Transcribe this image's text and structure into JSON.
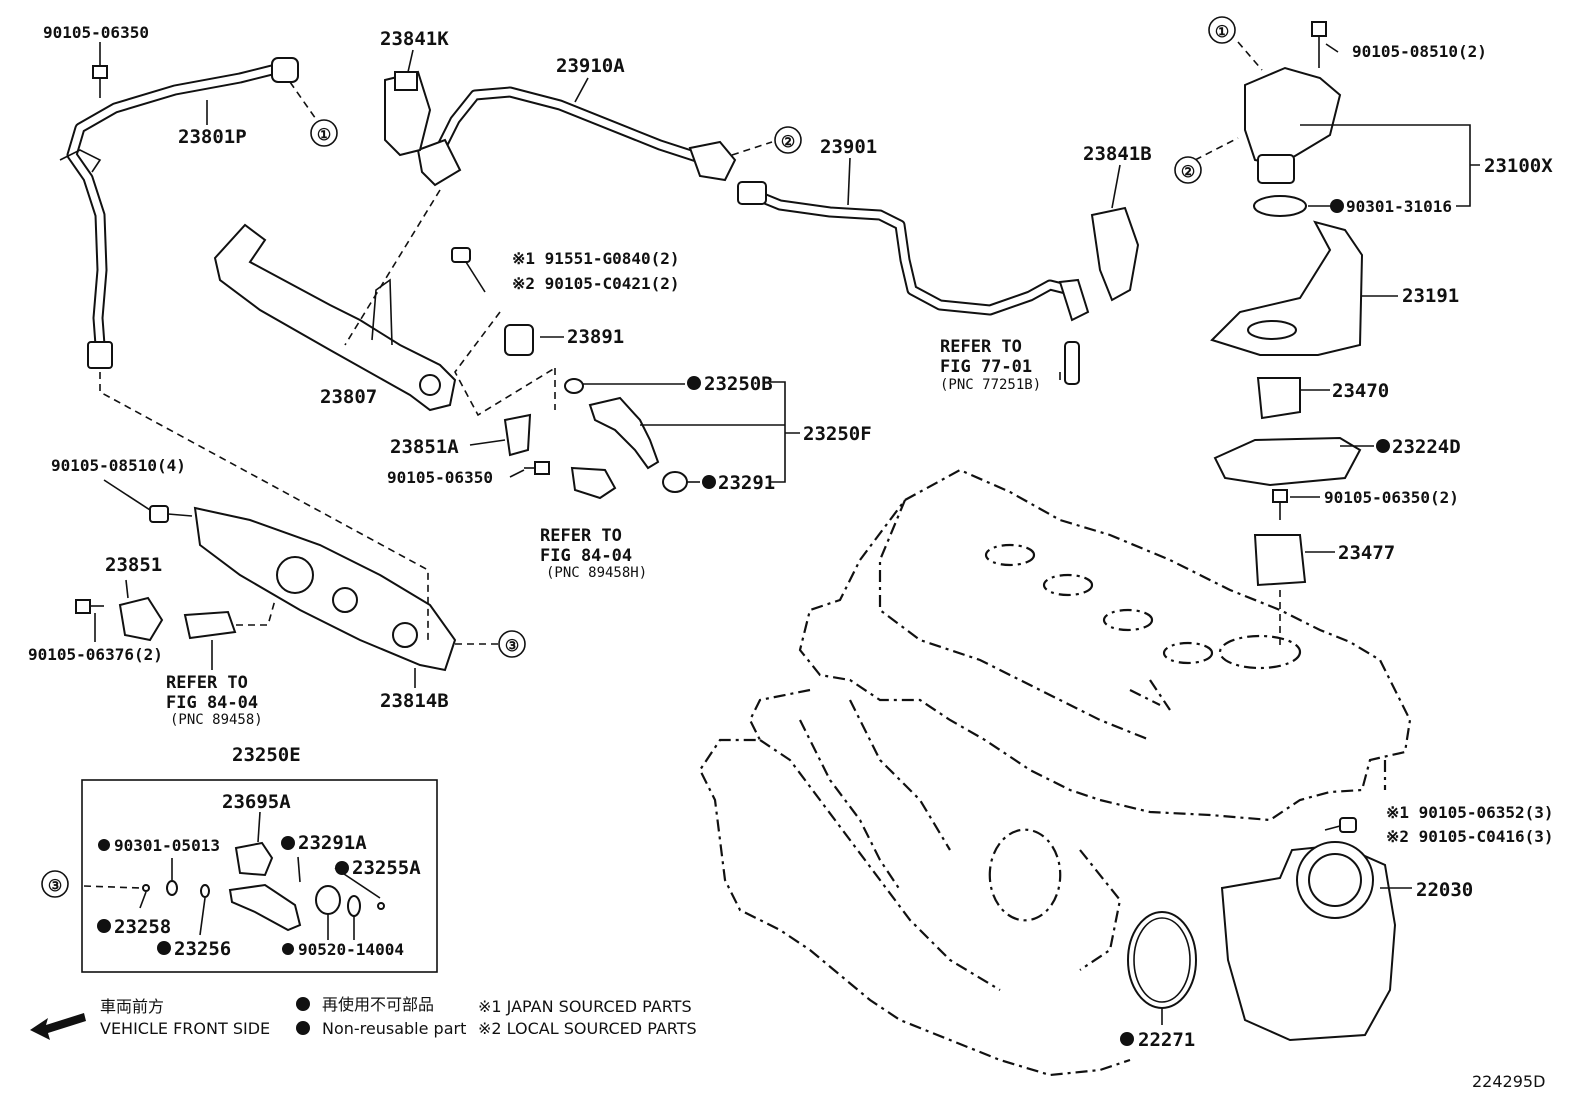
{
  "diagram": {
    "figure_id": "224295D",
    "callouts": {
      "c1": "①",
      "c2": "②",
      "c3": "③"
    },
    "parts": {
      "p_90105_06350_top": "90105-06350",
      "p_23841K": "23841K",
      "p_23910A": "23910A",
      "p_23801P": "23801P",
      "p_23901": "23901",
      "p_23841B": "23841B",
      "p_90105_08510_2": "90105-08510(2)",
      "p_23100X": "23100X",
      "p_90301_31016": "90301-31016",
      "p_23191": "23191",
      "p_23470": "23470",
      "p_23224D": "23224D",
      "p_90105_06350_2": "90105-06350(2)",
      "p_23477": "23477",
      "p_91551": "※1 91551-G0840(2)",
      "p_90105_C0421": "※2 90105-C0421(2)",
      "p_23891": "23891",
      "p_23807": "23807",
      "p_23250B": "23250B",
      "p_23250F": "23250F",
      "p_23851A": "23851A",
      "p_90105_06350_mid": "90105-06350",
      "p_23291": "23291",
      "p_90105_08510_4": "90105-08510(4)",
      "p_23851": "23851",
      "p_90105_06376": "90105-06376(2)",
      "p_23814B": "23814B",
      "p_23250E": "23250E",
      "p_23695A": "23695A",
      "p_90301_05013": "90301-05013",
      "p_23291A": "23291A",
      "p_23255A": "23255A",
      "p_23258": "23258",
      "p_23256": "23256",
      "p_90520_14004": "90520-14004",
      "p_90105_06352": "※1 90105-06352(3)",
      "p_90105_C0416": "※2 90105-C0416(3)",
      "p_22030": "22030",
      "p_22271": "22271"
    },
    "refs": {
      "ref1_line1": "REFER TO",
      "ref1_line2": "FIG 77-01",
      "ref1_pnc": "(PNC 77251B)",
      "ref2_line1": "REFER TO",
      "ref2_line2": "FIG 84-04",
      "ref2_pnc": "(PNC 89458H)",
      "ref3_line1": "REFER TO",
      "ref3_line2": "FIG 84-04",
      "ref3_pnc": "(PNC 89458)"
    },
    "legend": {
      "front_jp": "車両前方",
      "front_en": "VEHICLE FRONT SIDE",
      "nonreuse_jp": "再使用不可部品",
      "nonreuse_en": "Non-reusable part",
      "note1": "※1 JAPAN SOURCED PARTS",
      "note2": "※2 LOCAL SOURCED PARTS"
    },
    "colors": {
      "line": "#111111",
      "background": "#ffffff",
      "watermark": "#c9c9c9"
    }
  }
}
